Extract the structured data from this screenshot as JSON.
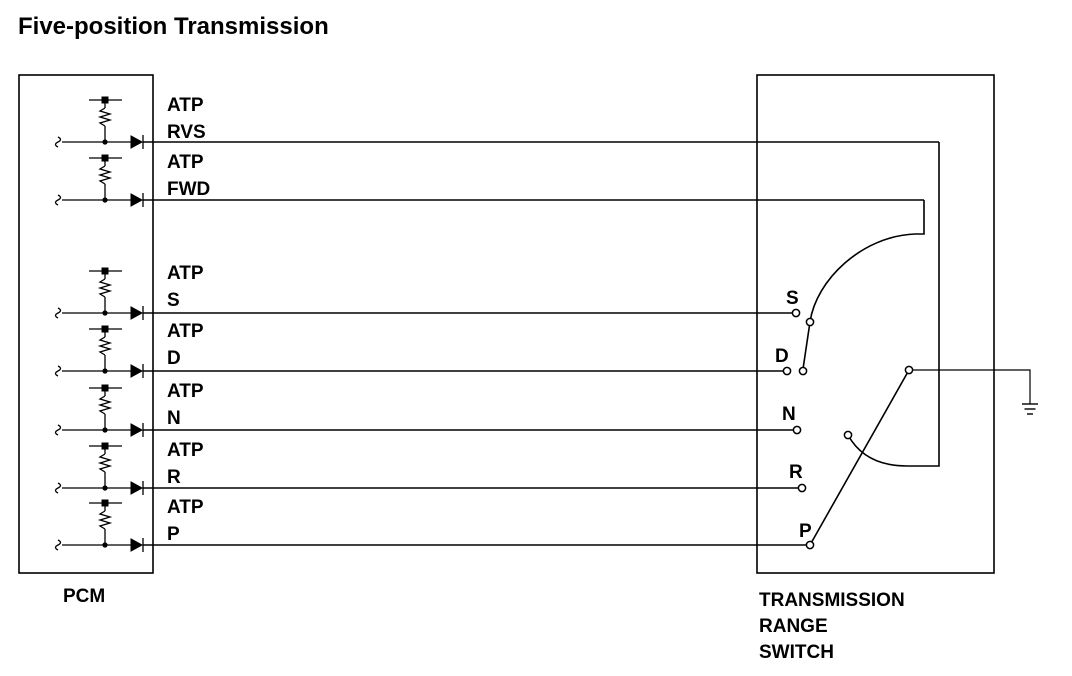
{
  "title": "Five-position Transmission",
  "pcm_label": "PCM",
  "switch_label": [
    "TRANSMISSION",
    "RANGE",
    "SWITCH"
  ],
  "signals": [
    {
      "line1": "ATP",
      "line2": "RVS"
    },
    {
      "line1": "ATP",
      "line2": "FWD"
    },
    {
      "line1": "ATP",
      "line2": "S"
    },
    {
      "line1": "ATP",
      "line2": "D"
    },
    {
      "line1": "ATP",
      "line2": "N"
    },
    {
      "line1": "ATP",
      "line2": "R"
    },
    {
      "line1": "ATP",
      "line2": "P"
    }
  ],
  "switch_positions": [
    "S",
    "D",
    "N",
    "R",
    "P"
  ]
}
